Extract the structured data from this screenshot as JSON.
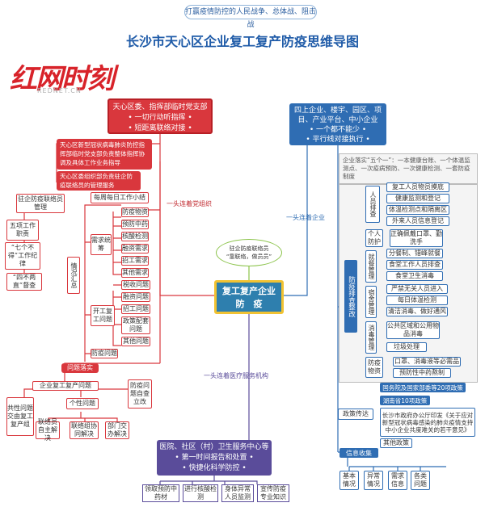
{
  "slogan": "打赢疫情防控的人民战争、总体战、阻击战",
  "title": "长沙市天心区企业复工复产防疫思维导图",
  "logo": {
    "main": "红网时刻",
    "sub": "REDNET.CN"
  },
  "center": {
    "line1": "复工复产企业",
    "line2": "防　疫"
  },
  "bubble": {
    "line1": "驻企防疫联络员",
    "line2": "“靠联络，做员员”"
  },
  "red": {
    "head": [
      "天心区委、指挥部临时党支部",
      "• 一切行动听指挥 •",
      "• 短距离联络对接 •"
    ],
    "connector": "一头连着党组织",
    "box1": "天心区新型冠状病毒肺炎防控指挥部临时党支部负责整体指挥协调及具体工作业务指导",
    "box2": "天心区委组织部负责驻企防疫联络员的管理服务",
    "liaison": "驻企防疫联络员管理",
    "weekly": "每周每日工作小结",
    "left_items": [
      "五项工作职责",
      "“七个不得”工作纪律",
      "“四不两直”督查"
    ],
    "vlabel": "情况汇总",
    "needs": "需求统筹",
    "needs_items": [
      "防疫物资",
      "预防中药",
      "核酸检测",
      "融资需求",
      "招工需求",
      "其他需求"
    ],
    "problems": "开工复工问题",
    "problems_items": [
      "税收问题",
      "融资问题",
      "招工问题",
      "政策配套问题",
      "其他问题"
    ],
    "epi": "防疫问题",
    "solve": "问题落实",
    "enterprise": "企业复工复产问题",
    "personal": "个性问题",
    "epi_own": "防疫问题自查立改",
    "common": "共性问题交由复工复产组",
    "sub_items": [
      "联络员自主解决",
      "联络组协同解决",
      "部门交办解决"
    ]
  },
  "blue": {
    "head": [
      "四上企业、楼宇、园区、项目、产业平台、中小企业",
      "• 一个都不能少 •",
      "• 平行线对接执行 •"
    ],
    "connector": "一头连着企业",
    "gray": "企业落实“五个一”：一本健康台账、一个体温监测点、一次疫病预防、一次健康检测、一套防疫制度",
    "main": "防疫排查整改",
    "groups": [
      {
        "label": "人员排查",
        "items": [
          "复工人员物员摸底",
          "健康监测和登记",
          "体温检测点和隔离区",
          "外来人员信息登记"
        ]
      },
      {
        "label": "个人防护",
        "items": [
          "正确佩戴口罩、勤洗手"
        ]
      },
      {
        "label": "就餐管理",
        "items": [
          "分餐制、错峰就餐",
          "食堂工作人员排查",
          "食堂卫生消毒"
        ]
      },
      {
        "label": "宿舍管理",
        "items": [
          "严禁无关人员进入",
          "每日体温检测",
          "清洁消毒、做好通风"
        ]
      },
      {
        "label": "消毒管理",
        "items": [
          "公共区域和公用物品消毒",
          "垃圾处理"
        ]
      },
      {
        "label": "防疫物资",
        "items": [
          "口罩、消毒液等必需品",
          "预防性中药熬制"
        ]
      }
    ],
    "policy": "政策传达",
    "policy_items": [
      "国务院及国家部委等20项政策",
      "湖南省10项政策",
      "长沙市政府办公厅印发《关于应对新型冠状病毒感染的肺炎疫情支持中小企业共度难关的若干意见》",
      "其他政策"
    ],
    "info": "信息收集",
    "info_items": [
      "基本情况",
      "异常情况",
      "需求信息",
      "各类问题"
    ]
  },
  "purple": {
    "head": [
      "医院、社区（村）卫生服务中心等",
      "• 第一时间报告和处置 •",
      "• 快捷化科学防控 •"
    ],
    "connector": "一头连着医疗服务机构",
    "items": [
      "领取预防中药材",
      "进行核酸检测",
      "身体异常人员监测",
      "宣传防疫专业知识"
    ]
  },
  "colors": {
    "red": "#d9373d",
    "blue": "#2f6db3",
    "purple": "#5a4c9a",
    "center": "#2e7fae",
    "gold": "#f1c232"
  }
}
